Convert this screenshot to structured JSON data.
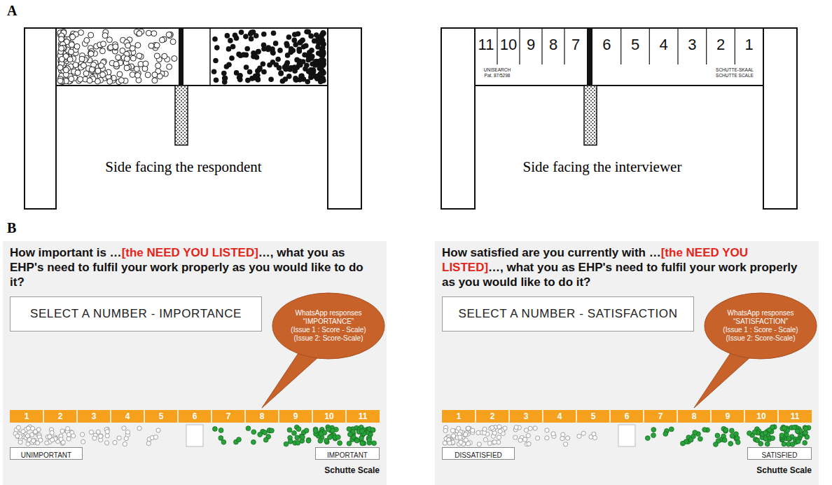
{
  "diagram": {
    "nodes": [
      {
        "text": [
          "How important is …",
          "[the NEED YOU LISTED]",
          "…, what you as EHP's need to fulfil your work properly as you would like to do it?"
        ]
      },
      {
        "text": [
          "WhatsApp responses",
          "“IMPORTANCE”",
          "(Issue 1 : Score - Scale)",
          "(Issue 2: Score-Scale)"
        ],
        "in": 0
      },
      {
        "text": [
          "SELECT A NUMBER - IMPORTANCE"
        ],
        "in": 0
      },
      {
        "text": [
          "UNIMPORTANT"
        ],
        "in": 0
      },
      {
        "text": [
          "IMPORTANT"
        ],
        "in": 0
      },
      {
        "text": [
          "How satisfied are you currently with …",
          "[the NEED YOU LISTED]",
          "…, what you as EHP's need to fulfil your work properly as you would like to do it?"
        ]
      },
      {
        "text": [
          "WhatsApp responses",
          "“SATISFACTION”",
          "(Issue 1 : Score - Scale)",
          "(Issue 2: Score-Scale)"
        ],
        "in": 5
      },
      {
        "text": [
          "SELECT A NUMBER - SATISFACTION"
        ],
        "in": 5
      },
      {
        "text": [
          "DISSATISFIED"
        ],
        "in": 5
      },
      {
        "text": [
          "SATISFIED"
        ],
        "in": 5
      }
    ],
    "labels": [
      "A",
      "Side facing the respondent",
      "Side facing the interviewer",
      "11",
      "10",
      "9",
      "8",
      "7",
      "6",
      "5",
      "4",
      "3",
      "2",
      "1",
      "UNISEARCH",
      "Pat. 87/5298",
      "SCHUTTE-SKAAL",
      "SCHUTTE SCALE",
      "B",
      "1",
      "2",
      "3",
      "4",
      "5",
      "6",
      "7",
      "8",
      "9",
      "10",
      "11",
      "Schutte Scale",
      "1",
      "2",
      "3",
      "4",
      "5",
      "6",
      "7",
      "8",
      "9",
      "10",
      "11",
      "Schutte Scale"
    ]
  }
}
